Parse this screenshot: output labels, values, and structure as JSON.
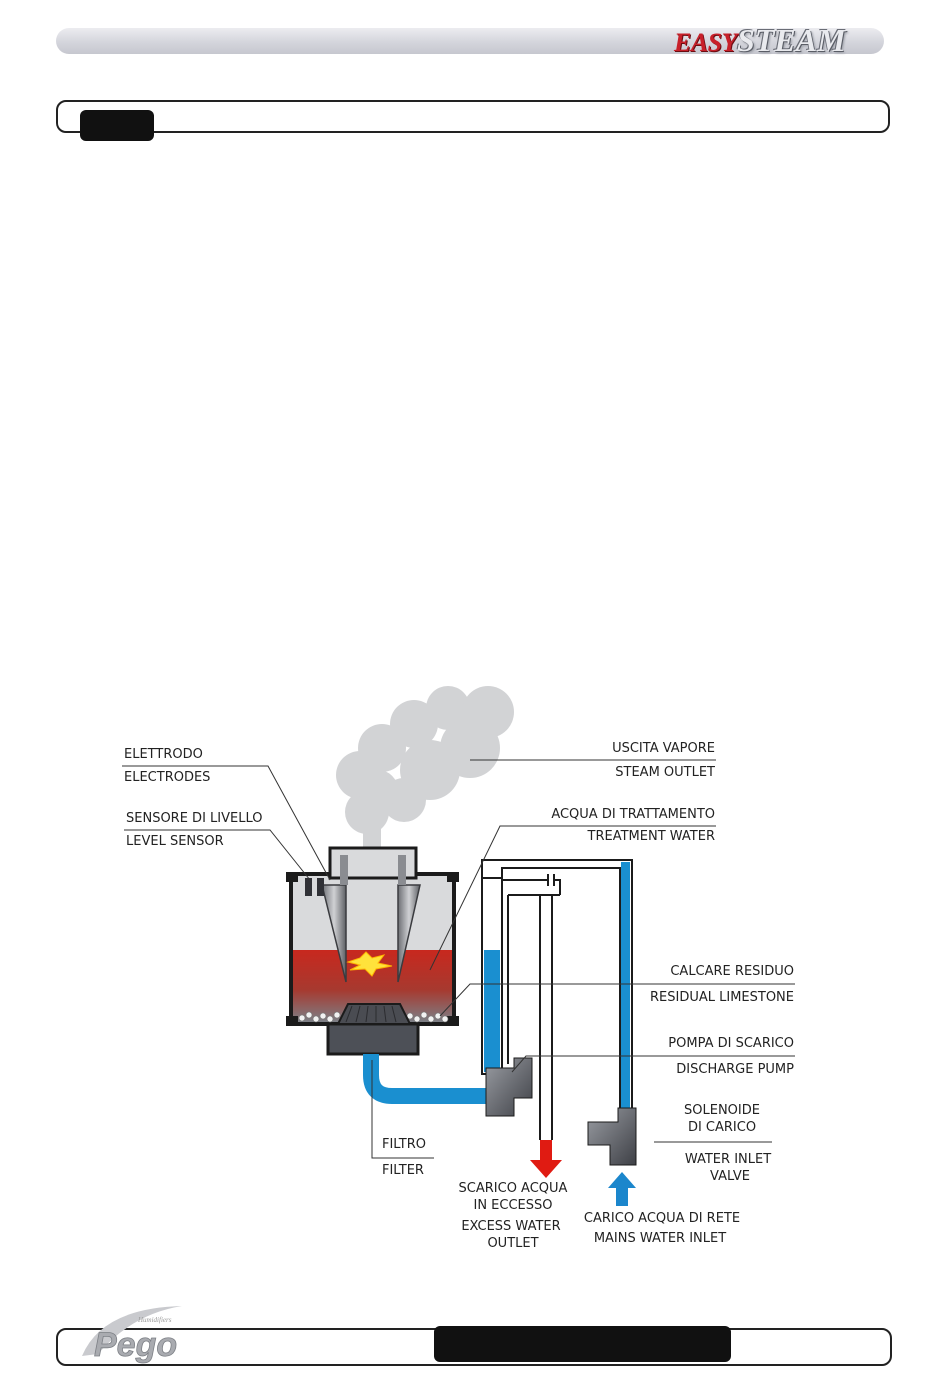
{
  "header": {
    "brand_easy": "EASY",
    "brand_steam": "STEAM"
  },
  "footer": {
    "logo_text": "Pego",
    "logo_sub": "Humidifiers"
  },
  "diagram": {
    "labels": {
      "electrode_it": "ELETTRODO",
      "electrode_en": "ELECTRODES",
      "level_sensor_it": "SENSORE DI LIVELLO",
      "level_sensor_en": "LEVEL SENSOR",
      "steam_outlet_it": "USCITA VAPORE",
      "steam_outlet_en": "STEAM OUTLET",
      "treatment_water_it": "ACQUA DI TRATTAMENTO",
      "treatment_water_en": "TREATMENT WATER",
      "limestone_it": "CALCARE RESIDUO",
      "limestone_en": "RESIDUAL LIMESTONE",
      "pump_it": "POMPA DI SCARICO",
      "pump_en": "DISCHARGE PUMP",
      "solenoid_it_1": "SOLENOIDE",
      "solenoid_it_2": "DI CARICO",
      "solenoid_en_1": "WATER INLET",
      "solenoid_en_2": "VALVE",
      "filter_it": "FILTRO",
      "filter_en": "FILTER",
      "excess_it_1": "SCARICO ACQUA",
      "excess_it_2": "IN ECCESSO",
      "excess_en_1": "EXCESS WATER",
      "excess_en_2": "OUTLET",
      "mains_it": "CARICO ACQUA DI RETE",
      "mains_en": "MAINS WATER INLET"
    },
    "colors": {
      "water_blue": "#1a8fd0",
      "hot_water_red": "#c8281e",
      "outlet_arrow_red": "#e01b12",
      "inlet_arrow_blue": "#1b86cc",
      "steam_grey": "#d2d3d5"
    }
  }
}
